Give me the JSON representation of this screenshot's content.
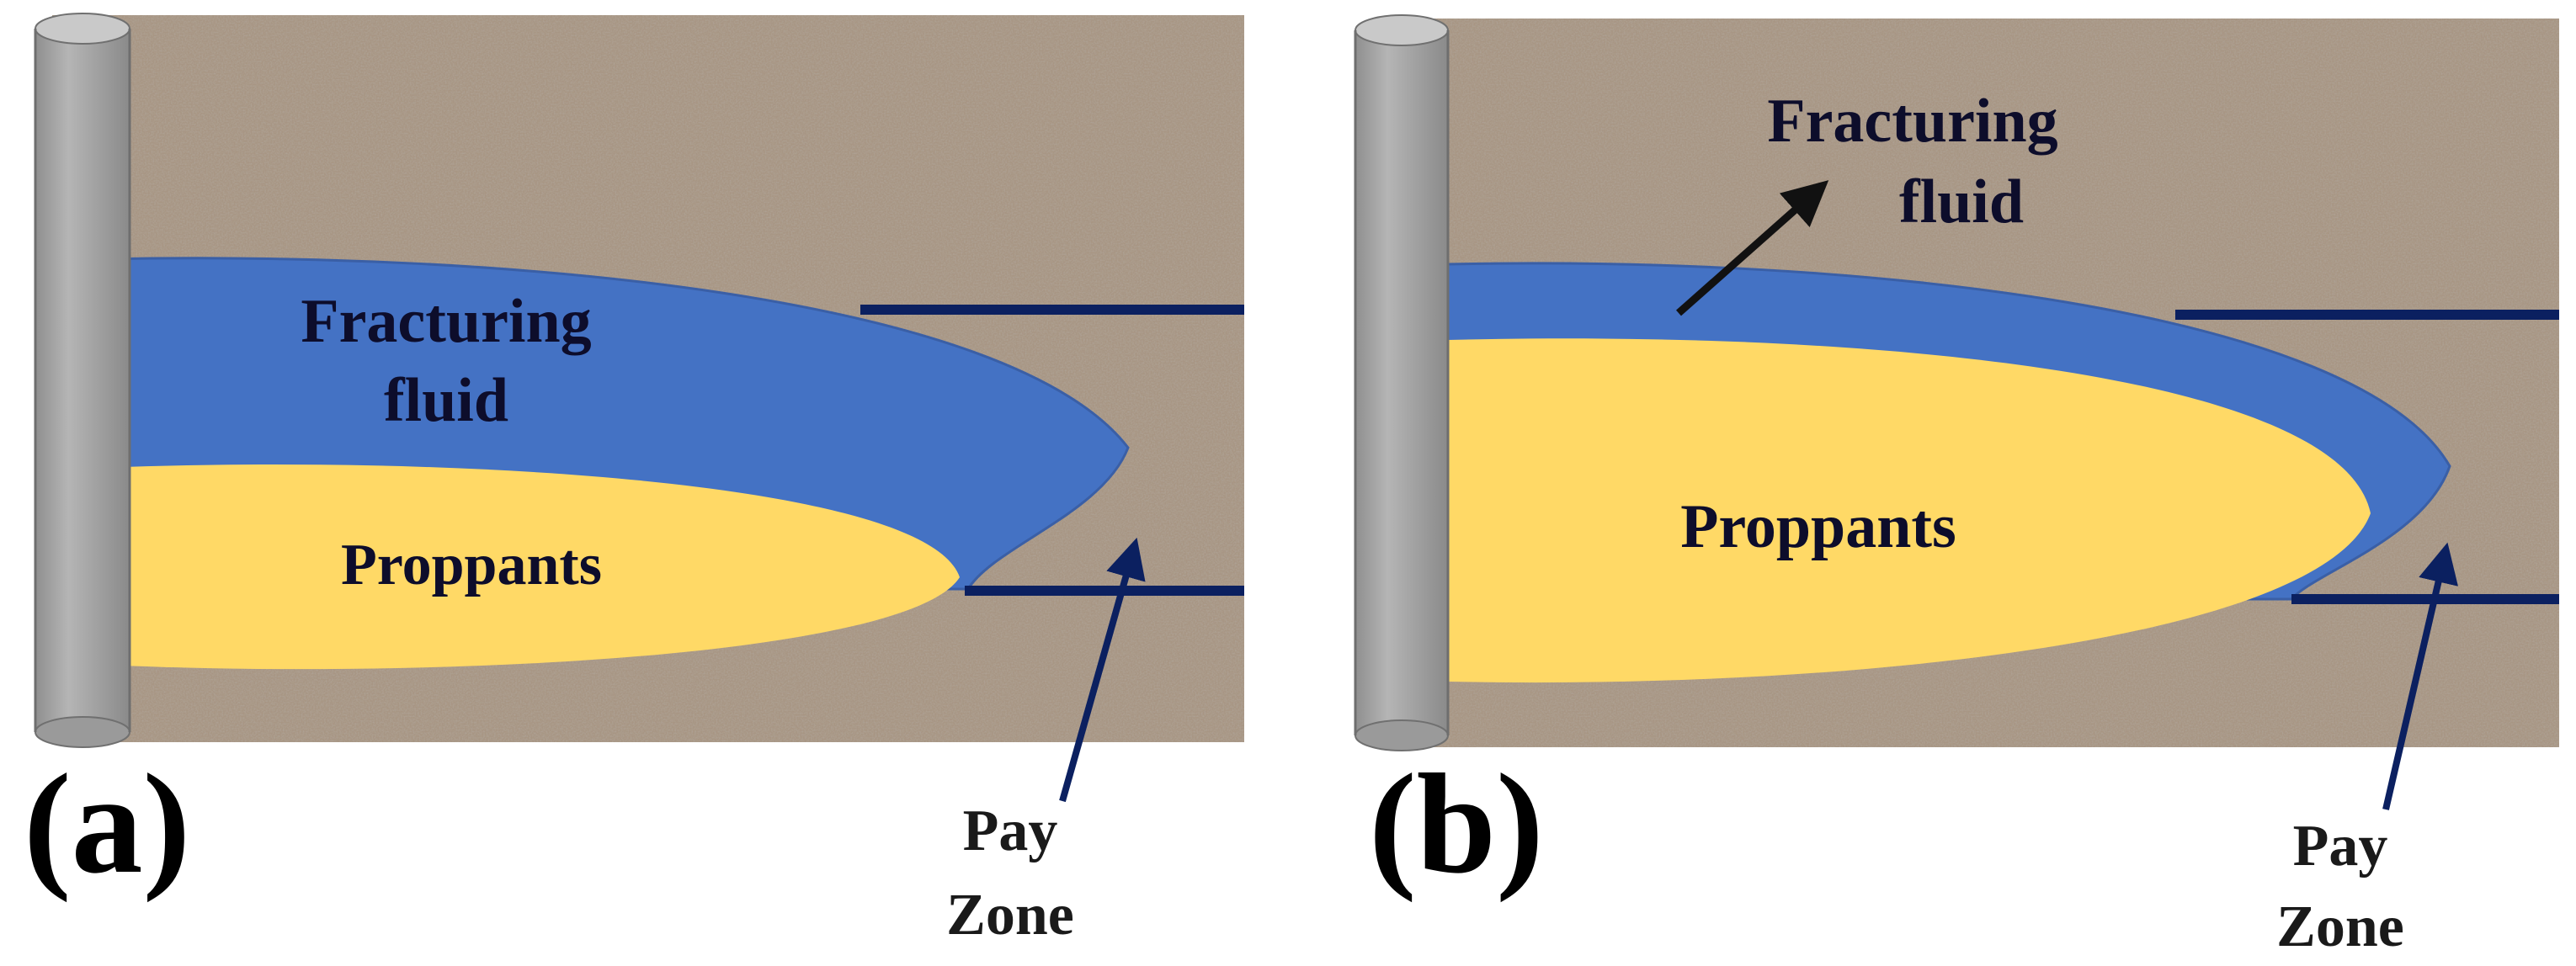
{
  "panels": [
    {
      "id": "a",
      "panel_label": "(a)",
      "fluid_label": [
        "Fracturing",
        "fluid"
      ],
      "proppant_label": "Proppants",
      "pay_zone_label": [
        "Pay",
        "Zone"
      ]
    },
    {
      "id": "b",
      "panel_label": "(b)",
      "fluid_label": [
        "Fracturing",
        "fluid"
      ],
      "proppant_label": "Proppants",
      "pay_zone_label": [
        "Pay",
        "Zone"
      ]
    }
  ],
  "colors": {
    "rock": "#a89684",
    "fracturing_fluid": "#4472c4",
    "proppants": "#ffd966",
    "wellbore": "#a6a6a6",
    "pay_zone_lines": "#0b2060",
    "arrow_pay": "#0b2060",
    "arrow_fluid": "#111111"
  }
}
